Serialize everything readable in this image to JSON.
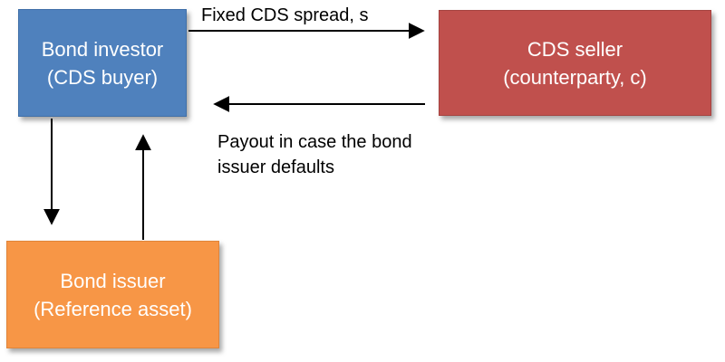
{
  "nodes": {
    "investor": {
      "line1": "Bond investor",
      "line2": "(CDS buyer)"
    },
    "seller": {
      "line1": "CDS seller",
      "line2": "(counterparty, c)"
    },
    "issuer": {
      "line1": "Bond issuer",
      "line2": "(Reference asset)"
    }
  },
  "edges": {
    "spread_label": "Fixed CDS spread, s",
    "payout_line1": "Payout in case the bond",
    "payout_line2": "issuer defaults"
  },
  "colors": {
    "investor": "#4f81bd",
    "seller": "#c0504d",
    "issuer": "#f79646"
  }
}
